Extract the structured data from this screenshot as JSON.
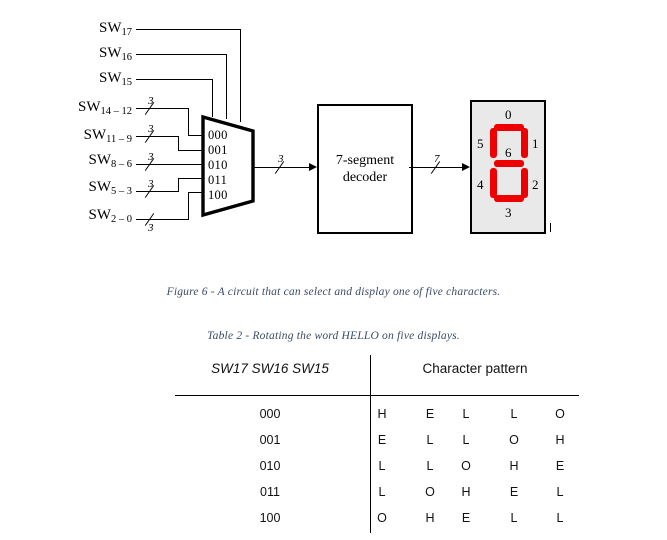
{
  "figure": {
    "caption": "Figure 6 - A circuit that can select and display one of five characters.",
    "mux": {
      "name": "multiplexer",
      "select_inputs": [
        "SW17",
        "SW16",
        "SW15"
      ],
      "select_labels": [
        {
          "prefix": "SW",
          "sub": "17"
        },
        {
          "prefix": "SW",
          "sub": "16"
        },
        {
          "prefix": "SW",
          "sub": "15"
        }
      ],
      "data_inputs": [
        {
          "prefix": "SW",
          "sub": "14 – 12",
          "width": "3",
          "opt": "000"
        },
        {
          "prefix": "SW",
          "sub": "11 – 9",
          "width": "3",
          "opt": "001"
        },
        {
          "prefix": "SW",
          "sub": "8 – 6",
          "width": "3",
          "opt": "010"
        },
        {
          "prefix": "SW",
          "sub": "5 – 3",
          "width": "3",
          "opt": "011"
        },
        {
          "prefix": "SW",
          "sub": "2 – 0",
          "width": "3",
          "opt": "100"
        }
      ],
      "options": [
        "000",
        "001",
        "010",
        "011",
        "100"
      ],
      "output_width": "3"
    },
    "decoder": {
      "line1": "7-segment",
      "line2": "decoder",
      "output_width": "7"
    },
    "display": {
      "name": "seven-segment-display",
      "segment_numbers": [
        "0",
        "1",
        "2",
        "3",
        "4",
        "5",
        "6"
      ],
      "on_color": "#ee0000",
      "panel_color": "#e9e9e9"
    }
  },
  "table": {
    "caption": "Table 2 - Rotating the word HELLO on five displays.",
    "headers": {
      "left": "SW17 SW16 SW15",
      "right": "Character pattern"
    },
    "rows": [
      {
        "code": "000",
        "chars": [
          "H",
          "E",
          "L",
          "L",
          "O"
        ]
      },
      {
        "code": "001",
        "chars": [
          "E",
          "L",
          "L",
          "O",
          "H"
        ]
      },
      {
        "code": "010",
        "chars": [
          "L",
          "L",
          "O",
          "H",
          "E"
        ]
      },
      {
        "code": "011",
        "chars": [
          "L",
          "O",
          "H",
          "E",
          "L"
        ]
      },
      {
        "code": "100",
        "chars": [
          "O",
          "H",
          "E",
          "L",
          "L"
        ]
      }
    ]
  }
}
